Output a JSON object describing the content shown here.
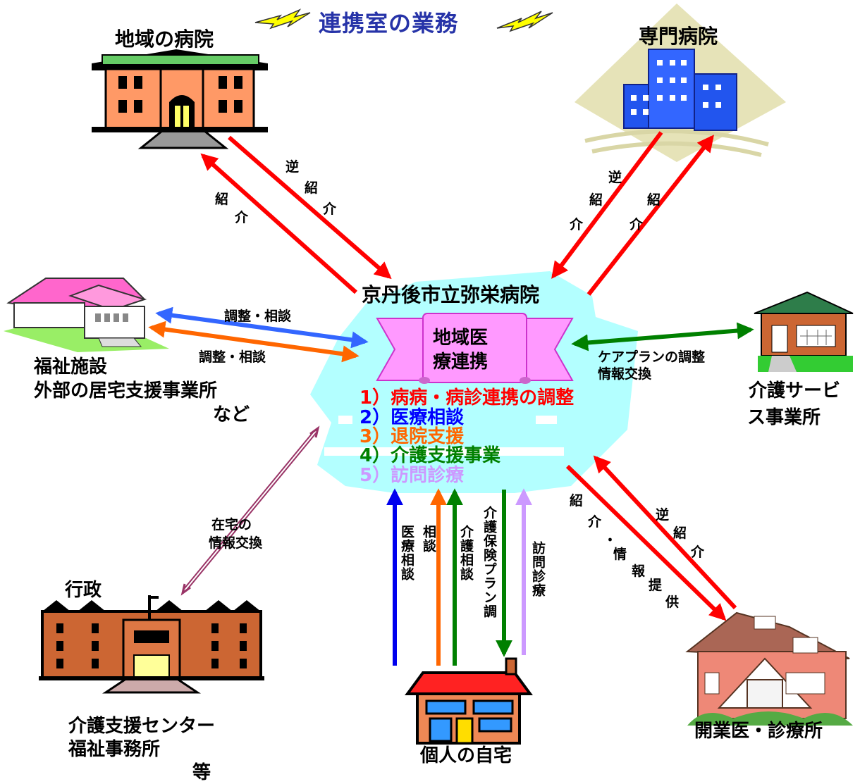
{
  "title": "連携室の業務",
  "center": {
    "hospital": "京丹後市立弥栄病院",
    "banner_line1": "地域医",
    "banner_line2": "療連携"
  },
  "duties": [
    {
      "text": "1）病病・病診連携の調整",
      "color": "#ff0000"
    },
    {
      "text": "2）医療相談",
      "color": "#0000ff"
    },
    {
      "text": "3）退院支援",
      "color": "#ff6600"
    },
    {
      "text": "4）介護支援事業",
      "color": "#008000"
    },
    {
      "text": "5）訪問診療",
      "color": "#cc99ff"
    }
  ],
  "nodes": {
    "local_hospital": "地域の病院",
    "specialist_hospital": "専門病院",
    "welfare_line1": "福祉施設",
    "welfare_line2": "外部の居宅支援事業所",
    "welfare_line3": "など",
    "care_service_line1": "介護サービ",
    "care_service_line2": "ス事業所",
    "admin": "行政",
    "admin_line1": "介護支援センター",
    "admin_line2": "福祉事務所",
    "admin_line3": "等",
    "home": "個人の自宅",
    "clinic": "開業医・診療所"
  },
  "arrow_labels": {
    "gyaku": "逆",
    "sho": "紹",
    "kai": "介",
    "consult1": "調整・相談",
    "consult2": "調整・相談",
    "careplan1": "ケアプランの調整",
    "careplan2": "情報交換",
    "home_info1": "在宅の",
    "home_info2": "情報交換",
    "medical_consult": "医療相談",
    "consult": "相談",
    "care_consult": "介護相談",
    "insurance_plan": "介護保険プラン調",
    "visit": "訪問診療",
    "clinic_intro": "紹介・情報提供",
    "clinic_gyaku": "逆紹介"
  },
  "colors": {
    "title": "#2633a8",
    "red_arrow": "#ff0000",
    "blue_arrow": "#3366ff",
    "orange_arrow": "#ff6600",
    "green_arrow": "#008000",
    "purple_arrow": "#993366",
    "lavender_arrow": "#cc99ff",
    "center_bg": "#99ffff",
    "banner": "#ff99ff"
  }
}
